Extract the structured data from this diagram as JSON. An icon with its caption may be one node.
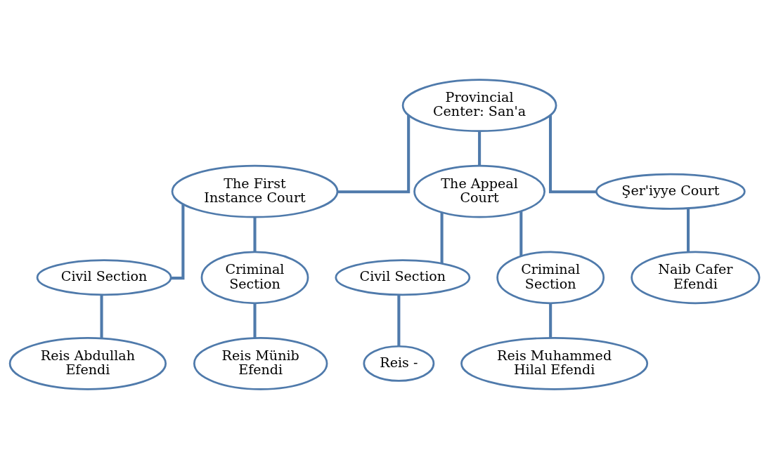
{
  "diagram": {
    "nodes": [
      {
        "text": [
          "Provincial Center: San'a"
        ]
      },
      {
        "text": [
          "The First Instance Court"
        ]
      },
      {
        "text": [
          "Civil Section"
        ]
      },
      {
        "text": [
          "Reis Abdullah Efendi"
        ]
      },
      {
        "text": [
          "Criminal Section"
        ]
      },
      {
        "text": [
          "Reis Münib Efendi"
        ]
      },
      {
        "text": [
          "The Appeal Court"
        ]
      },
      {
        "text": [
          "Civil Section"
        ]
      },
      {
        "text": [
          "Reis -"
        ]
      },
      {
        "text": [
          "Criminal Section"
        ]
      },
      {
        "text": [
          "Reis Muhammed Hilal Efendi"
        ]
      },
      {
        "text": [
          "Şer'iyye Court"
        ]
      },
      {
        "text": [
          "Naib Cafer Efendi"
        ]
      }
    ],
    "edges": [
      {
        "from": 0,
        "to": 1,
        "arrow": "none"
      },
      {
        "from": 0,
        "to": 6,
        "arrow": "none"
      },
      {
        "from": 0,
        "to": 11,
        "arrow": "none"
      },
      {
        "from": 1,
        "to": 2,
        "arrow": "none"
      },
      {
        "from": 1,
        "to": 4,
        "arrow": "none"
      },
      {
        "from": 2,
        "to": 3,
        "arrow": "none"
      },
      {
        "from": 4,
        "to": 5,
        "arrow": "none"
      },
      {
        "from": 6,
        "to": 7,
        "arrow": "none"
      },
      {
        "from": 6,
        "to": 9,
        "arrow": "none"
      },
      {
        "from": 7,
        "to": 8,
        "arrow": "none"
      },
      {
        "from": 9,
        "to": 10,
        "arrow": "none"
      },
      {
        "from": 11,
        "to": 12,
        "arrow": "none"
      }
    ]
  }
}
